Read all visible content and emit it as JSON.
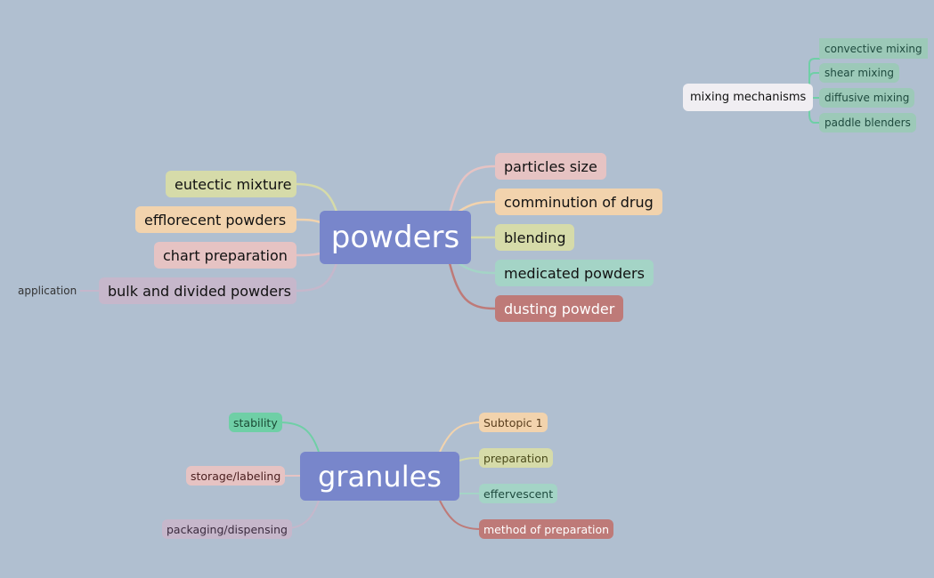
{
  "colors": {
    "background": "#b0bfd0",
    "central": "#7886cb",
    "pink": "#e6c3c3",
    "orange": "#f2d3ad",
    "olive": "#d6dba9",
    "teal": "#a4d4c6",
    "red": "#be7a78",
    "lavender": "#c6b7cb",
    "green": "#6fcfa6",
    "mint_child": "#9cc9b8",
    "white_node": "#f0eef2"
  },
  "mindmap": {
    "powders": {
      "title": "powders",
      "right": [
        "particles size",
        "comminution of drug",
        "blending",
        "medicated powders",
        "dusting powder"
      ],
      "left": [
        "eutectic mixture",
        "efflorecent powders",
        "chart preparation",
        "bulk and divided powders"
      ],
      "bulk_child": "application"
    },
    "granules": {
      "title": "granules",
      "right": [
        "Subtopic 1",
        "preparation",
        "effervescent",
        "method of preparation"
      ],
      "left": [
        "stability",
        "storage/labeling",
        "packaging/dispensing"
      ]
    },
    "mixing": {
      "title": "mixing mechanisms",
      "children": [
        "convective mixing",
        "shear mixing",
        "diffusive mixing",
        "paddle blenders"
      ]
    }
  }
}
